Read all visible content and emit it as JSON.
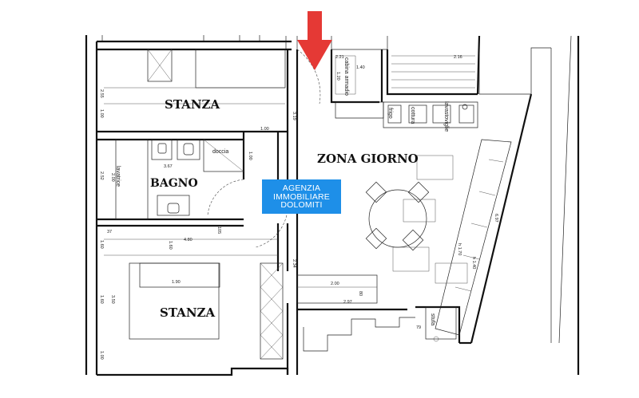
{
  "rooms": {
    "stanza_top": "STANZA",
    "bagno": "BAGNO",
    "zona_giorno": "ZONA GIORNO",
    "stanza_bottom": "STANZA"
  },
  "watermark": {
    "line1": "AGENZIA",
    "line2": "IMMOBILIARE",
    "line3": "DOLOMITI"
  },
  "notes": {
    "cabina_armadio": "cabina armadio",
    "frigo": "frigo",
    "cottura": "cottura",
    "lavastoviglie": "lavastoviglie",
    "lavatrice": "lavatrice",
    "doccia": "doccia",
    "stufa": "stufa"
  },
  "dimensions": {
    "d_2_21": "2.21",
    "d_1_40": "1.40",
    "d_1_20": "1.20",
    "d_2_16": "2.16",
    "d_2_55": "2.55",
    "d_1_00a": "1.00",
    "d_3_19": "3.19",
    "d_1_00b": "1.00",
    "d_3_67": "3.67",
    "d_2_00a": "2.00",
    "d_2_52": "2.52",
    "d_1_00c": "1.00",
    "d_105": "105",
    "d_37": "37",
    "d_4_80": "4.80",
    "d_1_60a": "1.60",
    "d_1_00d": "1.00",
    "d_1_90": "1.90",
    "d_3_50": "3.50",
    "d_1_60b": "1.60",
    "d_2_34": "2.34",
    "d_2_00b": "2.00",
    "d_2_97": "2.97",
    "d_80": "80",
    "d_6_97": "6.97",
    "d_h_1_70": "h 1.70",
    "d_h_1_40": "h 1.40",
    "d_79": "79"
  },
  "colors": {
    "arrow": "#e53935",
    "watermark_bg": "#1e8fe8",
    "wall": "#111111"
  },
  "icons": {
    "entrance": "red-arrow-down-icon"
  }
}
